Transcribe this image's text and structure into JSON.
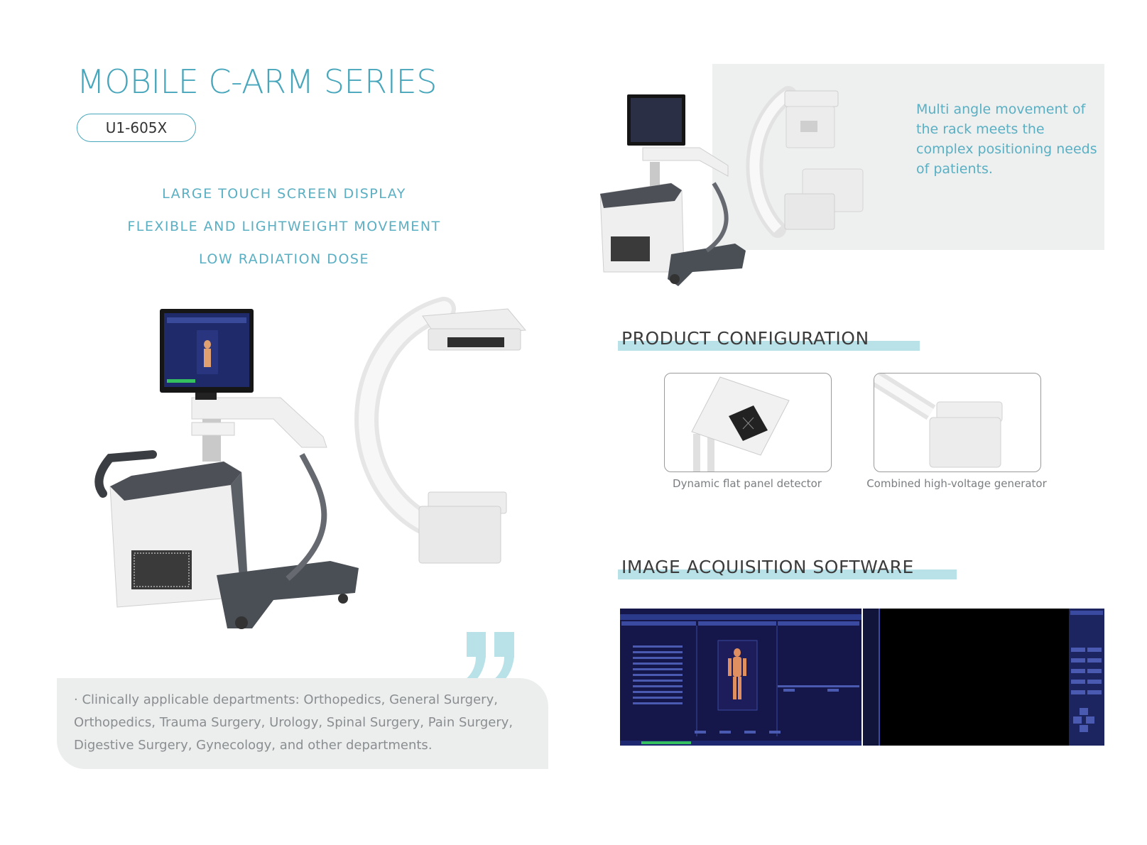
{
  "header": {
    "title": "MOBILE C-ARM SERIES",
    "model": "U1-605X"
  },
  "features": [
    "LARGE TOUCH SCREEN DISPLAY",
    "FLEXIBLE AND LIGHTWEIGHT MOVEMENT",
    "LOW RADIATION DOSE"
  ],
  "departments_text": "· Clinically applicable departments: Orthopedics, General Surgery, Orthopedics, Trauma Surgery, Urology, Spinal Surgery, Pain Surgery, Digestive Surgery, Gynecology, and other departments.",
  "multi_angle_text": "Multi angle movement of the rack meets the complex positioning needs of patients.",
  "product_configuration": {
    "title": "PRODUCT CONFIGURATION",
    "items": [
      {
        "caption": "Dynamic flat panel detector"
      },
      {
        "caption": "Combined high-voltage generator"
      }
    ]
  },
  "software": {
    "title": "IMAGE ACQUISITION SOFTWARE"
  },
  "colors": {
    "accent": "#47a6bb",
    "highlight_bar": "#b8e2e8",
    "panel_bg": "#eef0f0",
    "software_bg": "#0c0c2a"
  }
}
